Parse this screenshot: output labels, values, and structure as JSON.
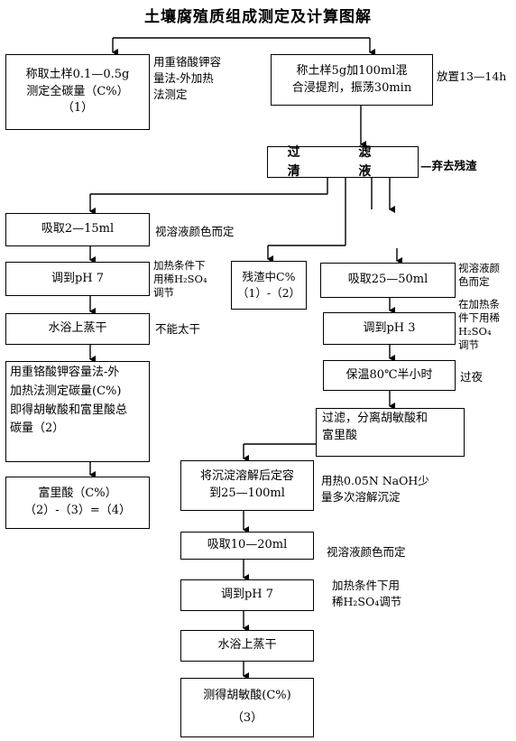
{
  "title": "土壤腐殖质组成测定及计算图解",
  "boxes": {
    "total_carbon_line1": "称取土样0.1—0.5g",
    "total_carbon_line2": "测定全碳量（C%）",
    "total_carbon_line3": "（1）",
    "sample_line1": "称土样5g加100ml混",
    "sample_line2": "合浸提剂，振荡30min",
    "filter": "过 滤 清 液",
    "pipette_left": "吸取2—15ml",
    "ph7_left": "调到pH 7",
    "dry_left": "水浴上蒸干",
    "dichromate_line1": "用重铬酸钾容量法-外",
    "dichromate_line2": "加热法测定碳量(C%)",
    "dichromate_line3": "即得胡敏酸和富里酸总",
    "dichromate_line4": "碳量（2）",
    "fulvic_line1": "富里酸（C%）",
    "fulvic_line2": "（2）-（3）=（4）",
    "residue_line1": "残渣中C%",
    "residue_line2": "（1）-（2）",
    "pipette_right": "吸取25—50ml",
    "ph3": "调到pH 3",
    "heat80": "保温80℃半小时",
    "separate_line1": "过滤，分离胡敏酸和",
    "separate_line2": "富里酸",
    "dissolve_line1": "将沉淀溶解后定容",
    "dissolve_line2": "到25—100ml",
    "pipette_bottom": "吸取10—20ml",
    "ph7_bottom": "调到pH 7",
    "dry_bottom": "水浴上蒸干",
    "humic_line1": "测得胡敏酸(C%)",
    "humic_line2": "（3）"
  },
  "notes": {
    "dichromate_method_line1": "用重铬酸钾容",
    "dichromate_method_line2": "量法-外加热",
    "dichromate_method_line3": "法测定",
    "stand": "放置13—14h",
    "discard": "—弃去残渣",
    "color_left": "视溶液颜色而定",
    "acid_left_line1": "加热条件下",
    "acid_left_line2": "用稀H₂SO₄",
    "acid_left_line3": "调节",
    "not_too_dry": "不能太干",
    "color_right_line1": "视溶液颜",
    "color_right_line2": "色而定",
    "acid_right_line1": "在加热条",
    "acid_right_line2": "件下用稀",
    "acid_right_line3": "H₂SO₄",
    "acid_right_line4": "调节",
    "overnight": "过夜",
    "naoh_line1": "用热0.05N NaOH少",
    "naoh_line2": "量多次溶解沉淀",
    "color_bottom": "视溶液颜色而定",
    "acid_bottom_line1": "加热条件下用",
    "acid_bottom_line2": "稀H₂SO₄调节"
  }
}
